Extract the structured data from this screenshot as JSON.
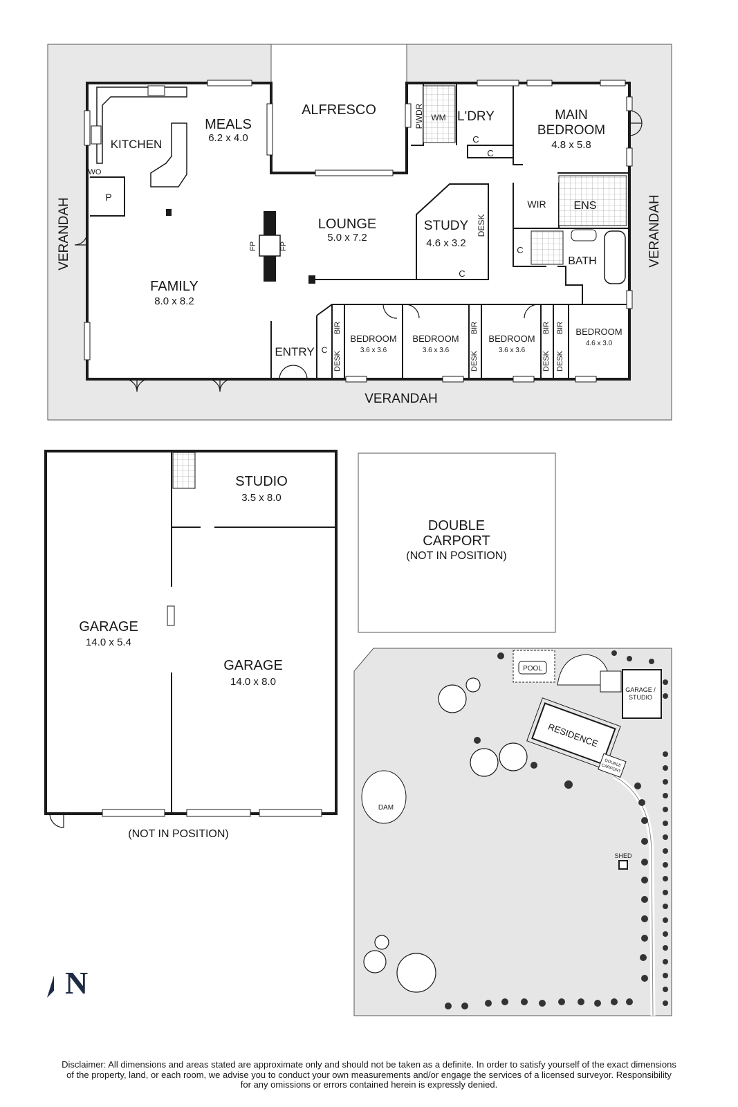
{
  "floorplan": {
    "rooms": {
      "alfresco": "ALFRESCO",
      "meals": {
        "name": "MEALS",
        "dims": "6.2 x 4.0"
      },
      "kitchen": "KITCHEN",
      "wo": "WO",
      "pantry": "P",
      "pwdr": "PWDR",
      "wm": "WM",
      "ldry": "L'DRY",
      "main_bedroom": {
        "name_line1": "MAIN",
        "name_line2": "BEDROOM",
        "dims": "4.8 x 5.8"
      },
      "wir": "WIR",
      "ens": "ENS",
      "bath": "BATH",
      "lounge": {
        "name": "LOUNGE",
        "dims": "5.0 x 7.2"
      },
      "study": {
        "name": "STUDY",
        "dims": "4.6 x 3.2"
      },
      "family": {
        "name": "FAMILY",
        "dims": "8.0 x 8.2"
      },
      "fp": "FP",
      "entry": "ENTRY",
      "bir": "BIR",
      "desk": "DESK",
      "c": "C",
      "bedroom1": {
        "name": "BEDROOM",
        "dims": "3.6 x 3.6"
      },
      "bedroom2": {
        "name": "BEDROOM",
        "dims": "3.6 x 3.6"
      },
      "bedroom3": {
        "name": "BEDROOM",
        "dims": "3.6 x 3.6"
      },
      "bedroom4": {
        "name": "BEDROOM",
        "dims": "4.6 x 3.0"
      },
      "verandah": "VERANDAH"
    }
  },
  "outbuilding": {
    "studio": {
      "name": "STUDIO",
      "dims": "3.5 x 8.0"
    },
    "garage_left": {
      "name": "GARAGE",
      "dims": "14.0 x 5.4"
    },
    "garage_right": {
      "name": "GARAGE",
      "dims": "14.0 x 8.0"
    },
    "note": "(NOT IN POSITION)"
  },
  "carport": {
    "line1": "DOUBLE",
    "line2": "CARPORT",
    "line3": "(NOT IN POSITION)"
  },
  "siteplan": {
    "pool": "POOL",
    "residence": "RESIDENCE",
    "garage_studio_line1": "GARAGE /",
    "garage_studio_line2": "STUDIO",
    "double_carport_line1": "DOUBLE",
    "double_carport_line2": "CARPORT",
    "dam": "DAM",
    "shed": "SHED"
  },
  "compass": {
    "label": "N"
  },
  "disclaimer": {
    "line1": "Disclaimer: All dimensions and areas stated are approximate only and should not be taken as a definite. In order to satisfy yourself of the exact dimensions",
    "line2": "of the property, land, or each room, we advise you to conduct your own measurements and/or engage the services of a licensed surveyor. Responsibility",
    "line3": "for any omissions or errors contained herein is expressly denied."
  }
}
